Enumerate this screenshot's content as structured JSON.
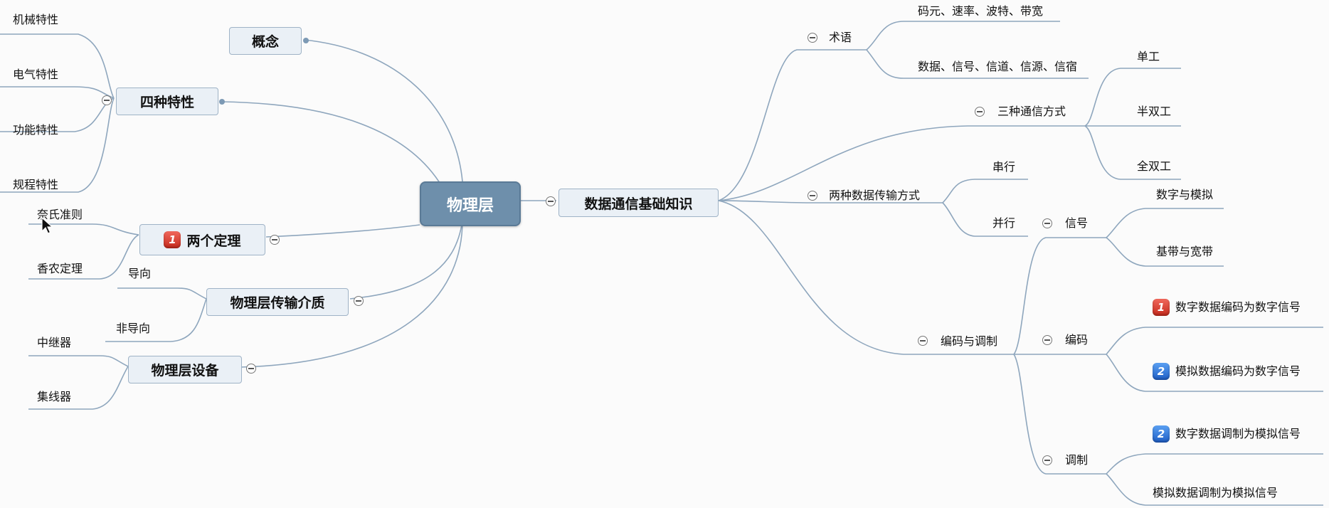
{
  "root": {
    "label": "物理层"
  },
  "left": {
    "concept": "概念",
    "four_characteristics": {
      "label": "四种特性",
      "items": [
        "机械特性",
        "电气特性",
        "功能特性",
        "规程特性"
      ]
    },
    "two_theorems": {
      "label": "两个定理",
      "badge": "1",
      "items": [
        "奈氏准则",
        "香农定理"
      ]
    },
    "media": {
      "label": "物理层传输介质",
      "items": [
        "导向",
        "非导向"
      ]
    },
    "devices": {
      "label": "物理层设备",
      "items": [
        "中继器",
        "集线器"
      ]
    }
  },
  "right": {
    "basics": {
      "label": "数据通信基础知识"
    },
    "terms": {
      "label": "术语",
      "items": [
        "码元、速率、波特、带宽",
        "数据、信号、信道、信源、信宿"
      ]
    },
    "comm_modes": {
      "label": "三种通信方式",
      "items": [
        "单工",
        "半双工",
        "全双工"
      ]
    },
    "transmission": {
      "label": "两种数据传输方式",
      "items": [
        "串行",
        "并行"
      ]
    },
    "encoding_modulation": {
      "label": "编码与调制",
      "signal": {
        "label": "信号",
        "items": [
          "数字与模拟",
          "基带与宽带"
        ]
      },
      "encoding": {
        "label": "编码",
        "items": [
          {
            "badge": "1",
            "text": "数字数据编码为数字信号"
          },
          {
            "badge": "2",
            "text": "模拟数据编码为数字信号"
          }
        ]
      },
      "modulation": {
        "label": "调制",
        "items": [
          {
            "badge": "2",
            "text": "数字数据调制为模拟信号"
          },
          {
            "text": "模拟数据调制为模拟信号"
          }
        ]
      }
    }
  },
  "colors": {
    "line": "#8ea6bd",
    "root_fill": "#6e8fab",
    "box_fill": "#eaf0f6",
    "badge_red": "#d9372a",
    "badge_blue": "#2b6fd8"
  }
}
